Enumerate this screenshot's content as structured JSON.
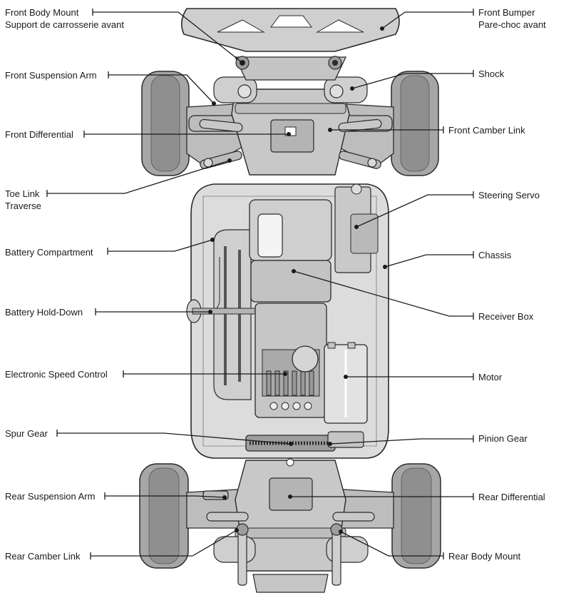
{
  "labels": {
    "front_body_mount": {
      "en": "Front Body Mount",
      "fr": "Support de carrosserie avant"
    },
    "front_bumper": {
      "en": "Front Bumper",
      "fr": "Pare-choc avant"
    },
    "front_suspension_arm": "Front Suspension Arm",
    "shock": "Shock",
    "front_differential": "Front Differential",
    "front_camber_link": "Front Camber Link",
    "toe_link": {
      "en": "Toe Link",
      "fr": "Traverse"
    },
    "steering_servo": "Steering Servo",
    "battery_compartment": "Battery Compartment",
    "chassis": "Chassis",
    "battery_hold_down": "Battery Hold-Down",
    "receiver_box": "Receiver Box",
    "esc": "Electronic Speed Control",
    "motor": "Motor",
    "spur_gear": "Spur Gear",
    "pinion_gear": "Pinion Gear",
    "rear_suspension_arm": "Rear Suspension Arm",
    "rear_differential": "Rear Differential",
    "rear_camber_link": "Rear Camber Link",
    "rear_body_mount": "Rear Body Mount"
  },
  "colors": {
    "outline": "#2a2a2a",
    "chassis": "#d9d9d9",
    "parts": "#bfbfbf",
    "tires": "#9a9a9a",
    "leader": "#1a1a1a"
  }
}
